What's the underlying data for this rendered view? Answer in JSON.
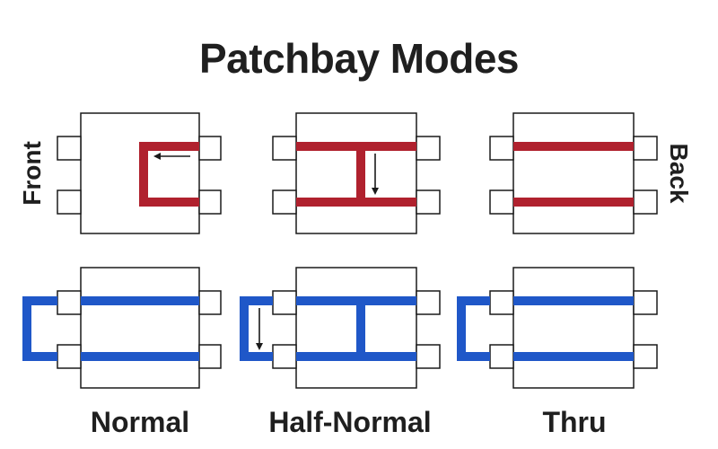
{
  "title": "Patchbay Modes",
  "side_labels": {
    "left": "Front",
    "right": "Back"
  },
  "modes": [
    {
      "label": "Normal"
    },
    {
      "label": "Half-Normal"
    },
    {
      "label": "Thru"
    }
  ],
  "colors": {
    "front_signal": "#b0212e",
    "back_signal": "#1f57c8",
    "outline": "#1a1a1a",
    "text": "#1f1f1f"
  }
}
